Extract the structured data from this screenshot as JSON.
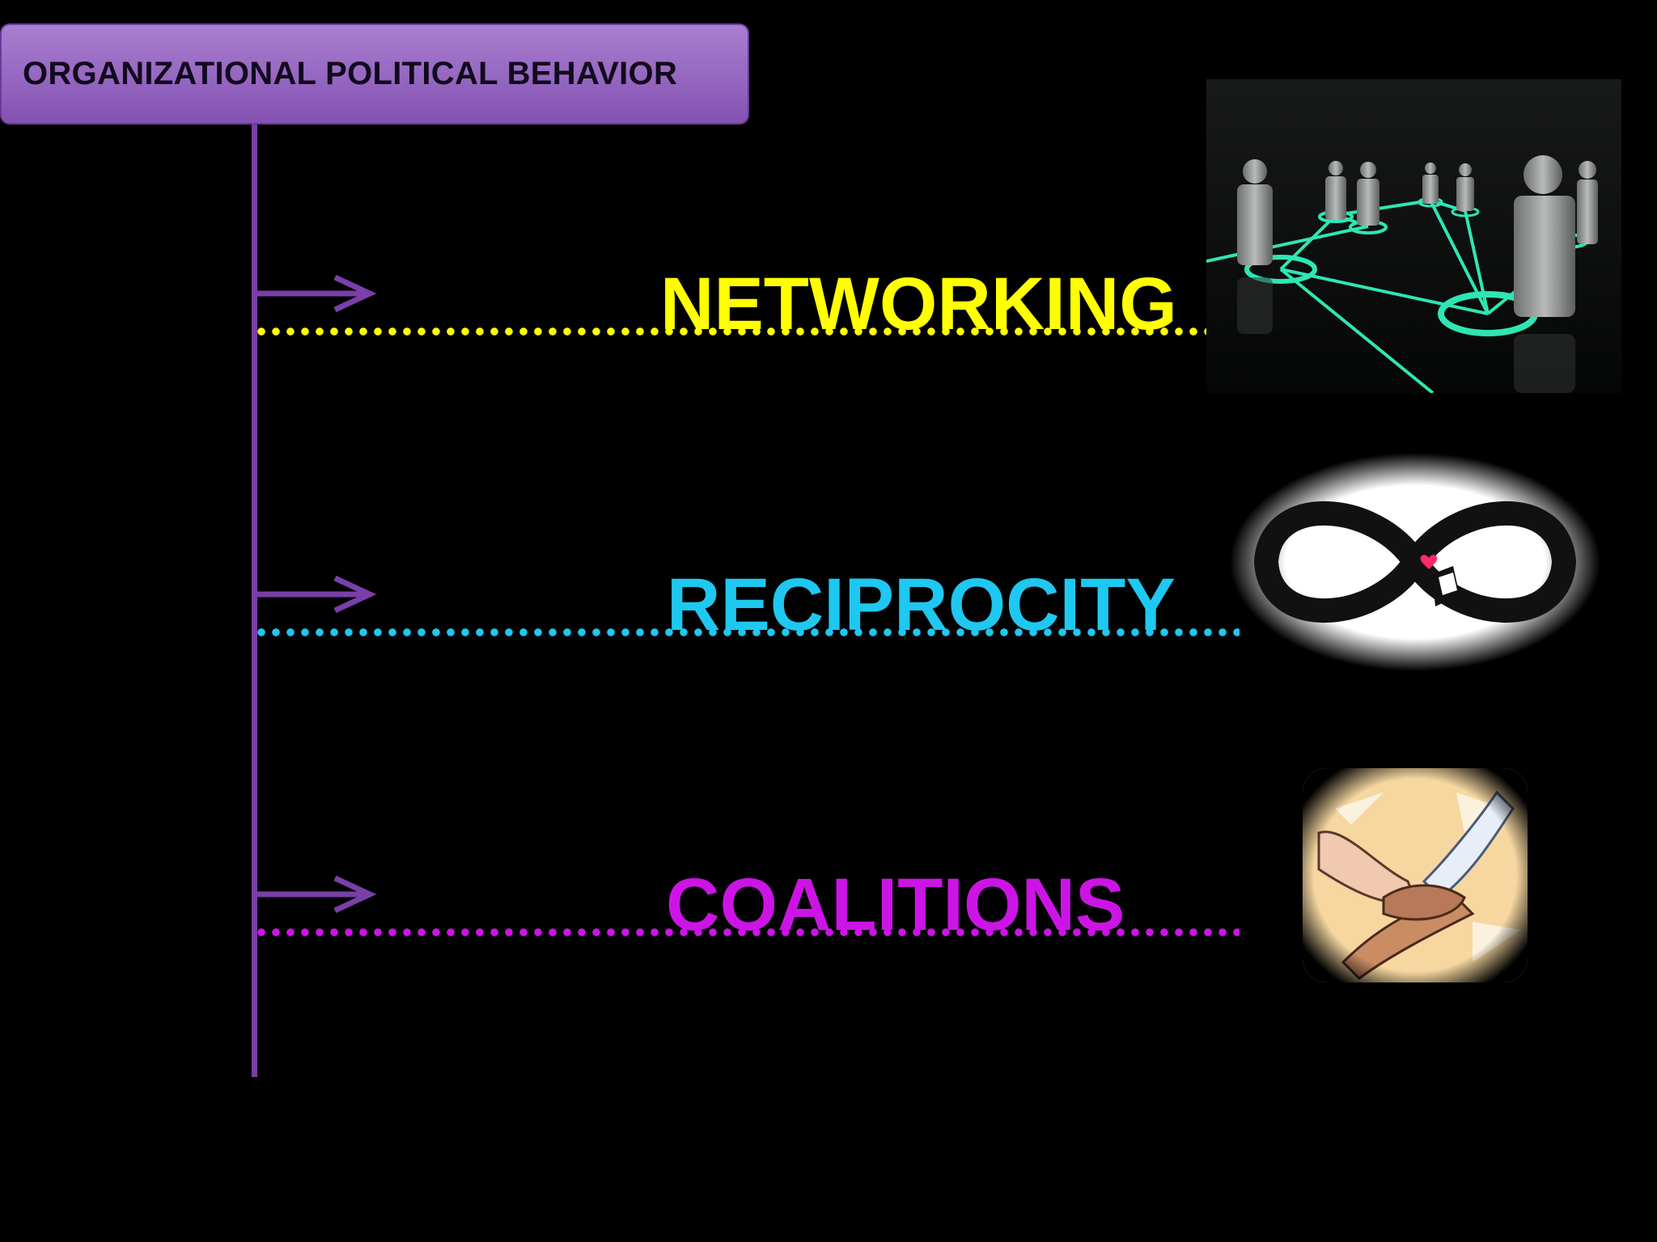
{
  "title": "ORGANIZATIONAL POLITICAL BEHAVIOR",
  "items": [
    {
      "label": "NETWORKING",
      "color": "#ffff00",
      "icon": "network-people-icon"
    },
    {
      "label": "RECIPROCITY",
      "color": "#1ec8f0",
      "icon": "infinity-hands-icon"
    },
    {
      "label": "COALITIONS",
      "color": "#cc14e6",
      "icon": "joined-hands-icon"
    }
  ],
  "colors": {
    "background": "#000000",
    "accent": "#8452b3",
    "connector": "#7a3fa8"
  }
}
